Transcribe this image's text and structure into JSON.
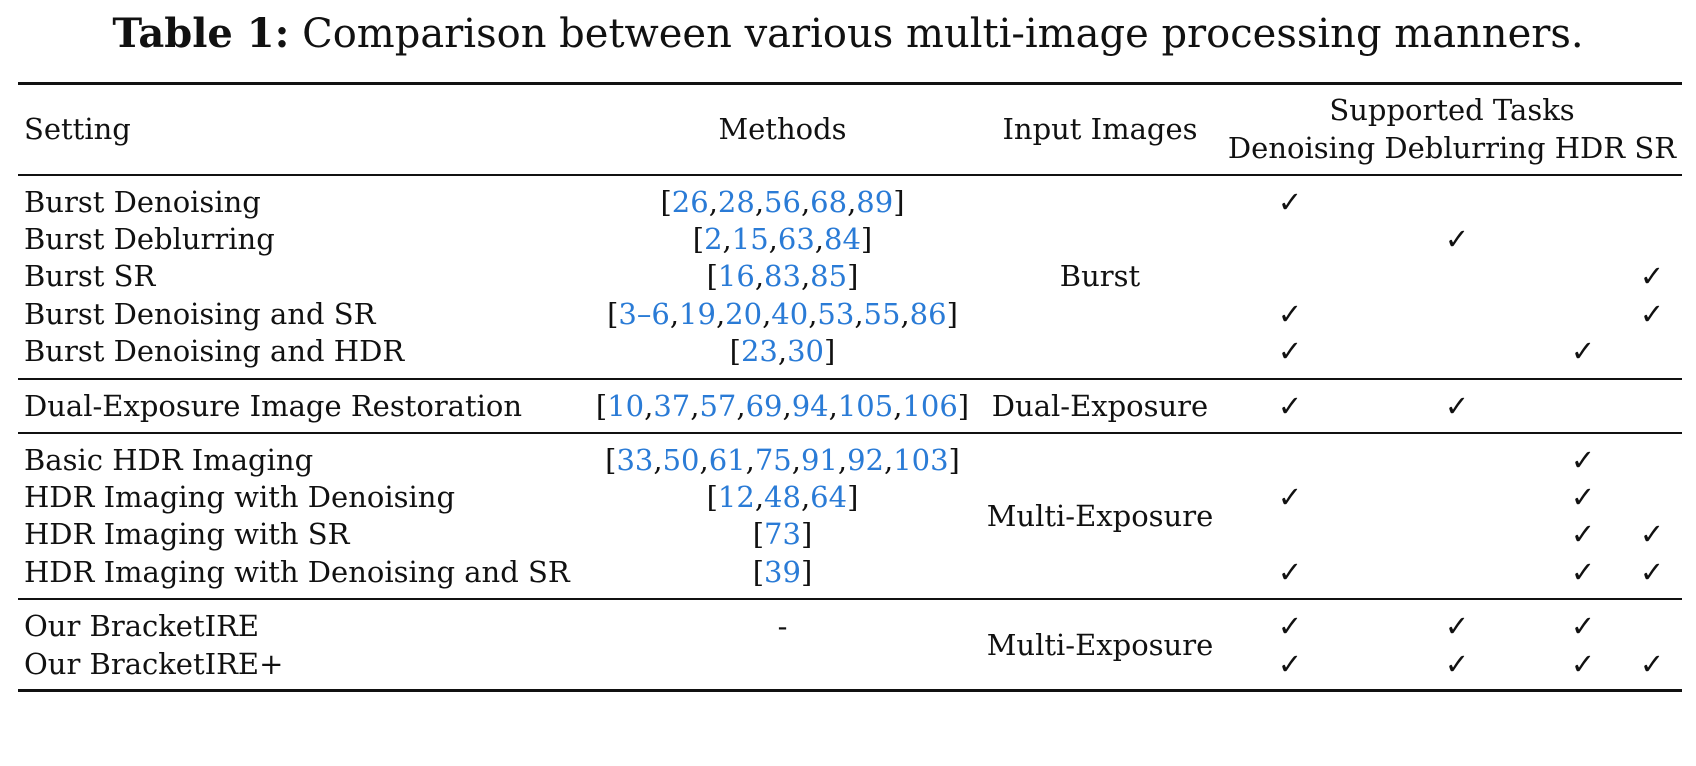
{
  "caption": {
    "label": "Table 1:",
    "text": "Comparison between various multi-image processing manners."
  },
  "header": {
    "setting": "Setting",
    "methods": "Methods",
    "input_images": "Input Images",
    "supported_tasks": "Supported Tasks",
    "tasks_sub": "Denoising Deblurring HDR SR"
  },
  "check_mark": "✓",
  "colors": {
    "citation": "#2a7bd6",
    "text": "#111111"
  },
  "rows": [
    {
      "setting": "Burst Denoising",
      "refs": [
        "26",
        "28",
        "56",
        "68",
        "89"
      ],
      "denoising": true,
      "deblurring": false,
      "hdr": false,
      "sr": false
    },
    {
      "setting": "Burst Deblurring",
      "refs": [
        "2",
        "15",
        "63",
        "84"
      ],
      "denoising": false,
      "deblurring": true,
      "hdr": false,
      "sr": false
    },
    {
      "setting": "Burst SR",
      "refs": [
        "16",
        "83",
        "85"
      ],
      "denoising": false,
      "deblurring": false,
      "hdr": false,
      "sr": true
    },
    {
      "setting": "Burst Denoising and SR",
      "refs": [
        "3–6",
        "19",
        "20",
        "40",
        "53",
        "55",
        "86"
      ],
      "denoising": true,
      "deblurring": false,
      "hdr": false,
      "sr": true
    },
    {
      "setting": "Burst Denoising and HDR",
      "refs": [
        "23",
        "30"
      ],
      "denoising": true,
      "deblurring": false,
      "hdr": true,
      "sr": false
    },
    {
      "setting": "Dual-Exposure Image Restoration",
      "refs": [
        "10",
        "37",
        "57",
        "69",
        "94",
        "105",
        "106"
      ],
      "denoising": true,
      "deblurring": true,
      "hdr": false,
      "sr": false
    },
    {
      "setting": "Basic HDR Imaging",
      "refs": [
        "33",
        "50",
        "61",
        "75",
        "91",
        "92",
        "103"
      ],
      "denoising": false,
      "deblurring": false,
      "hdr": true,
      "sr": false
    },
    {
      "setting": "HDR Imaging with Denoising",
      "refs": [
        "12",
        "48",
        "64"
      ],
      "denoising": true,
      "deblurring": false,
      "hdr": true,
      "sr": false
    },
    {
      "setting": "HDR Imaging with SR",
      "refs": [
        "73"
      ],
      "denoising": false,
      "deblurring": false,
      "hdr": true,
      "sr": true
    },
    {
      "setting": "HDR Imaging with Denoising and SR",
      "refs": [
        "39"
      ],
      "denoising": true,
      "deblurring": false,
      "hdr": true,
      "sr": true
    },
    {
      "setting": "Our BracketIRE",
      "methods_text": "-",
      "denoising": true,
      "deblurring": true,
      "hdr": true,
      "sr": false
    },
    {
      "setting": "Our BracketIRE+",
      "methods_text": "",
      "denoising": true,
      "deblurring": true,
      "hdr": true,
      "sr": true
    }
  ],
  "groups": [
    {
      "input_images": "Burst"
    },
    {
      "input_images": "Dual-Exposure"
    },
    {
      "input_images": "Multi-Exposure"
    },
    {
      "input_images": "Multi-Exposure"
    }
  ]
}
